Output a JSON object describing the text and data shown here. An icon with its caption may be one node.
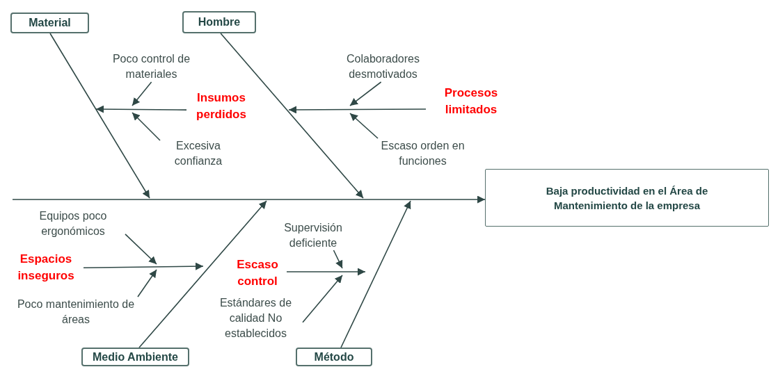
{
  "diagram": {
    "nodes": [
      {
        "text": [
          "Material"
        ]
      },
      {
        "text": [
          "Hombre"
        ]
      },
      {
        "text": [
          "Medio Ambiente"
        ]
      },
      {
        "text": [
          "Método"
        ]
      },
      {
        "text": [
          "Baja productividad en el Área de Mantenimiento de la empresa"
        ]
      },
      {
        "text": [
          "Poco control de materiales"
        ]
      },
      {
        "text": [
          "Insumos perdidos"
        ]
      },
      {
        "text": [
          "Excesiva confianza"
        ]
      },
      {
        "text": [
          "Colaboradores desmotivados"
        ]
      },
      {
        "text": [
          "Procesos limitados"
        ]
      },
      {
        "text": [
          "Escaso orden en funciones"
        ]
      },
      {
        "text": [
          "Equipos poco ergonómicos"
        ]
      },
      {
        "text": [
          "Espacios inseguros"
        ]
      },
      {
        "text": [
          "Poco mantenimiento de áreas"
        ]
      },
      {
        "text": [
          "Supervisión deficiente"
        ]
      },
      {
        "text": [
          "Escaso control"
        ]
      },
      {
        "text": [
          "Estándares de calidad No establecidos"
        ]
      }
    ],
    "edges": [
      {
        "from": null,
        "to": 4,
        "arrow": "to"
      },
      {
        "from": 0,
        "to": null,
        "arrow": "to"
      },
      {
        "from": 1,
        "to": null,
        "arrow": "to"
      },
      {
        "from": 2,
        "to": null,
        "arrow": "to"
      },
      {
        "from": 3,
        "to": null,
        "arrow": "to"
      },
      {
        "from": 6,
        "to": null,
        "arrow": "to"
      },
      {
        "from": 5,
        "to": null,
        "arrow": "to"
      },
      {
        "from": 7,
        "to": null,
        "arrow": "to"
      },
      {
        "from": 9,
        "to": null,
        "arrow": "to"
      },
      {
        "from": 8,
        "to": null,
        "arrow": "to"
      },
      {
        "from": 10,
        "to": null,
        "arrow": "to"
      },
      {
        "from": 12,
        "to": null,
        "arrow": "to"
      },
      {
        "from": 11,
        "to": null,
        "arrow": "to"
      },
      {
        "from": 13,
        "to": null,
        "arrow": "to"
      },
      {
        "from": 15,
        "to": null,
        "arrow": "to"
      },
      {
        "from": 14,
        "to": null,
        "arrow": "to"
      },
      {
        "from": 16,
        "to": null,
        "arrow": "to"
      }
    ]
  }
}
